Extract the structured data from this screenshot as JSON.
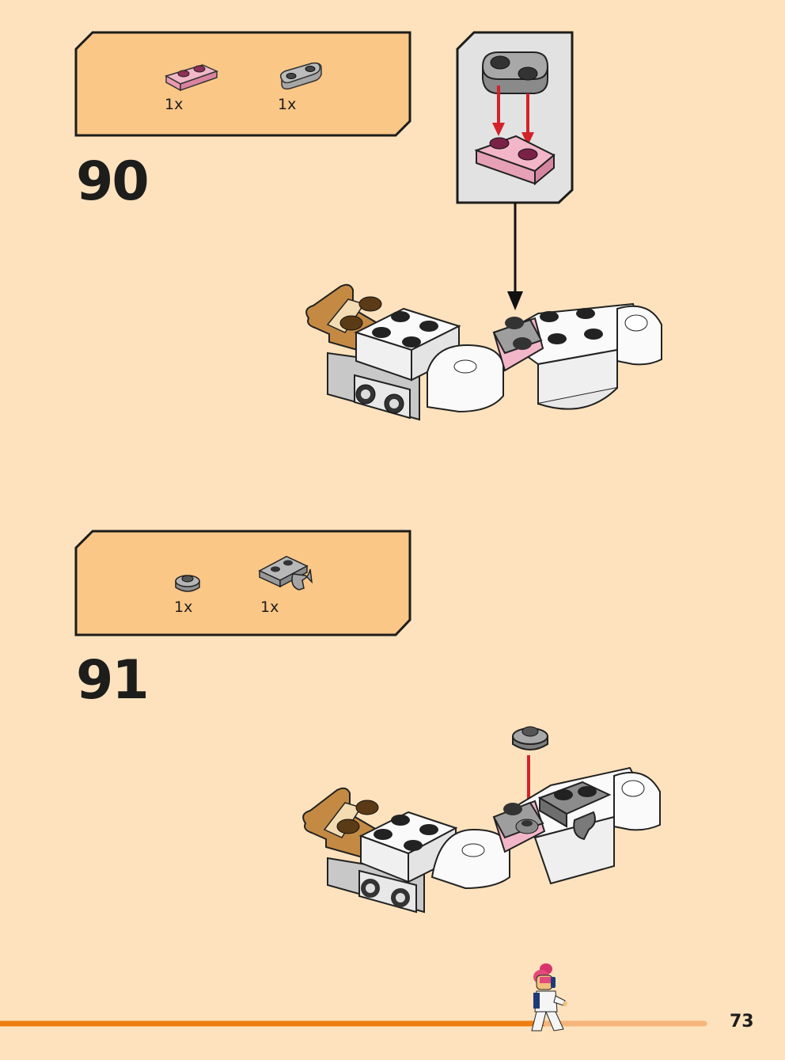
{
  "steps": [
    {
      "number": "90",
      "parts": [
        {
          "name": "pink-transparent-plate-1x2-icon",
          "qty": "1x"
        },
        {
          "name": "gray-plate-1x2-rounded-icon",
          "qty": "1x"
        }
      ]
    },
    {
      "number": "91",
      "parts": [
        {
          "name": "gray-round-plate-1x1-icon",
          "qty": "1x"
        },
        {
          "name": "gray-clip-plate-icon",
          "qty": "1x"
        }
      ]
    }
  ],
  "page_number": "73",
  "colors": {
    "page_background": "#fde2bd",
    "parts_box": "#fbc787",
    "callout_box": "#e2e2e2",
    "progress_dark": "#ee7d11",
    "progress_light": "#f6b57a",
    "arrow_red": "#d3222a"
  }
}
